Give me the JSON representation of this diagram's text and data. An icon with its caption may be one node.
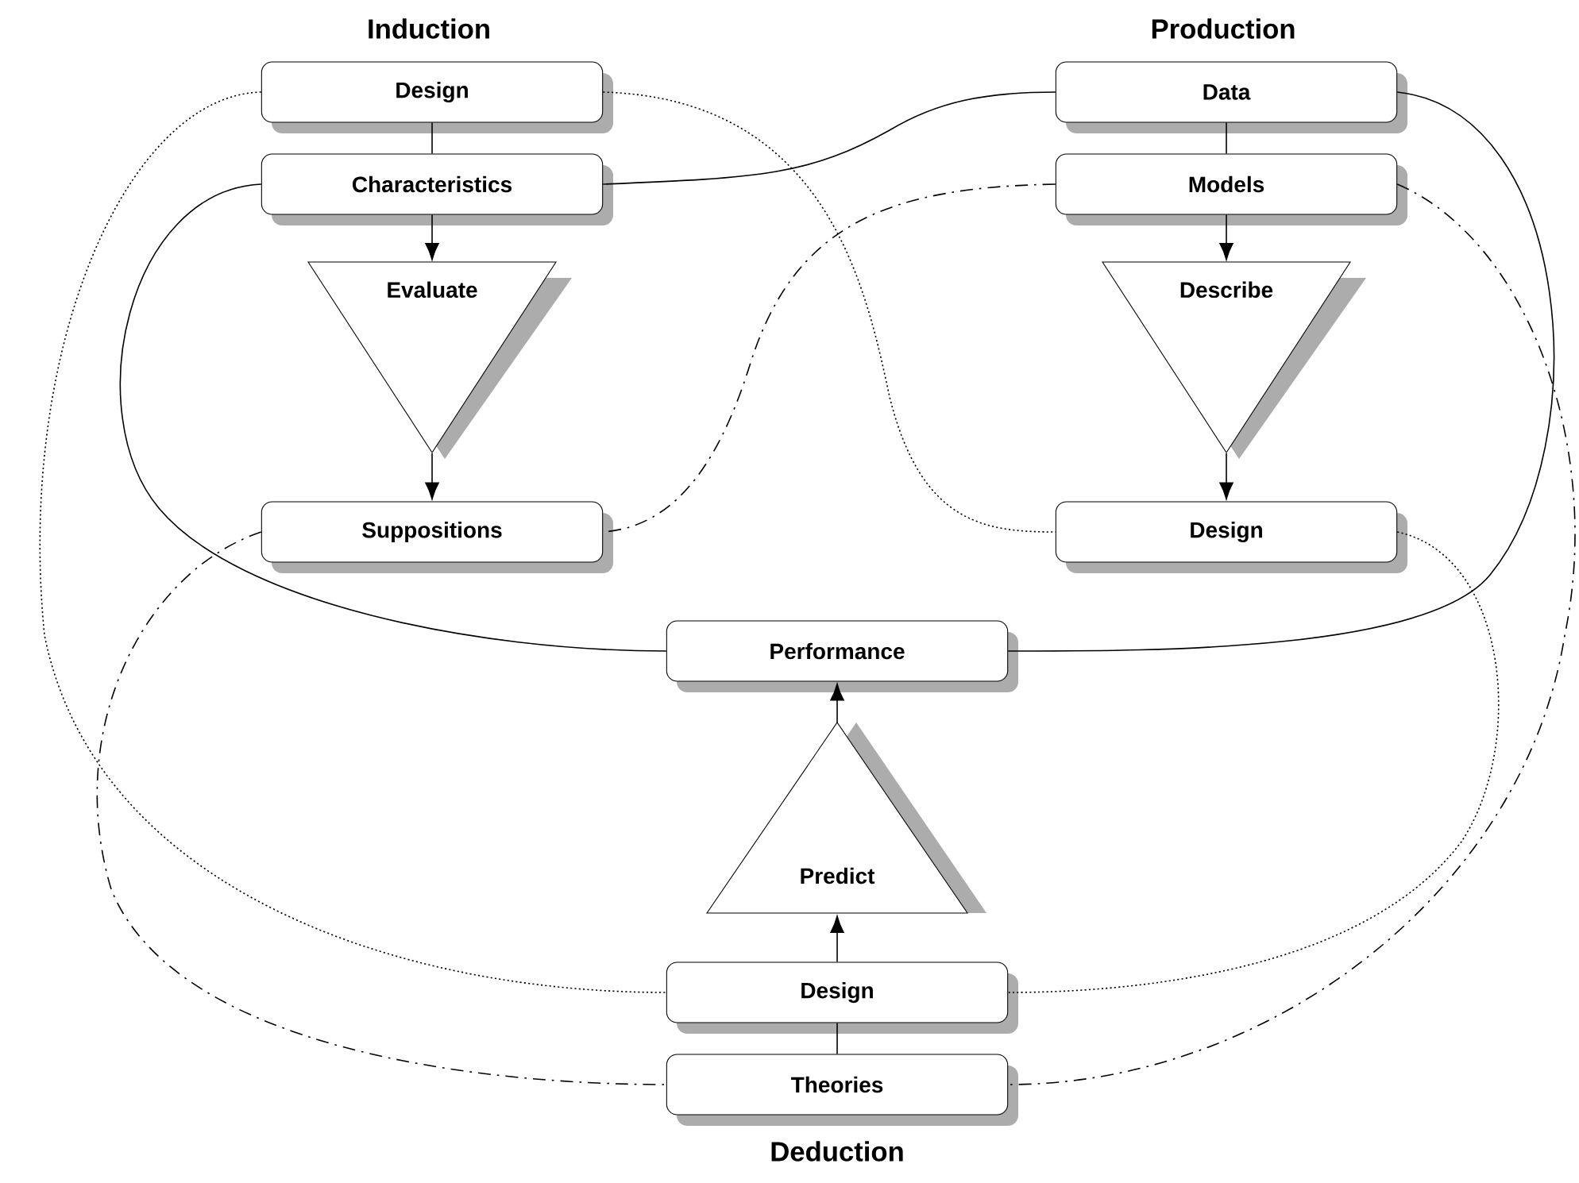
{
  "diagram": {
    "nodes": [
      {
        "text": [
          "Design"
        ]
      },
      {
        "text": [
          "Characteristics"
        ]
      },
      {
        "text": [
          "Evaluate"
        ]
      },
      {
        "text": [
          "Suppositions"
        ]
      },
      {
        "text": [
          "Data"
        ]
      },
      {
        "text": [
          "Models"
        ]
      },
      {
        "text": [
          "Describe"
        ]
      },
      {
        "text": [
          "Design"
        ]
      },
      {
        "text": [
          "Performance"
        ]
      },
      {
        "text": [
          "Predict"
        ]
      },
      {
        "text": [
          "Design"
        ]
      },
      {
        "text": [
          "Theories"
        ]
      }
    ],
    "edges": [
      {
        "from": 0,
        "to": 1,
        "arrow": "none"
      },
      {
        "from": 1,
        "to": 2,
        "arrow": "to"
      },
      {
        "from": 2,
        "to": 3,
        "arrow": "to"
      },
      {
        "from": 4,
        "to": 5,
        "arrow": "none"
      },
      {
        "from": 5,
        "to": 6,
        "arrow": "to"
      },
      {
        "from": 6,
        "to": 7,
        "arrow": "to"
      },
      {
        "from": 10,
        "to": 9,
        "arrow": "to"
      },
      {
        "from": 9,
        "to": 8,
        "arrow": "to"
      },
      {
        "from": 11,
        "to": 10,
        "arrow": "none"
      },
      {
        "from": 0,
        "to": 10,
        "arrow": "none",
        "style": "dashed"
      },
      {
        "from": 0,
        "to": 7,
        "arrow": "none",
        "style": "dashed"
      },
      {
        "from": 7,
        "to": 10,
        "arrow": "none",
        "style": "dashed"
      },
      {
        "from": 1,
        "to": 4,
        "arrow": "none"
      },
      {
        "from": 1,
        "to": 8,
        "arrow": "none"
      },
      {
        "from": 4,
        "to": 8,
        "arrow": "none"
      },
      {
        "from": 5,
        "to": 3,
        "arrow": "none",
        "style": "dashed"
      },
      {
        "from": 5,
        "to": 11,
        "arrow": "none",
        "style": "dashed"
      },
      {
        "from": 3,
        "to": 11,
        "arrow": "none",
        "style": "dashed"
      }
    ],
    "labels": [
      "Induction",
      "Production",
      "Deduction"
    ]
  }
}
